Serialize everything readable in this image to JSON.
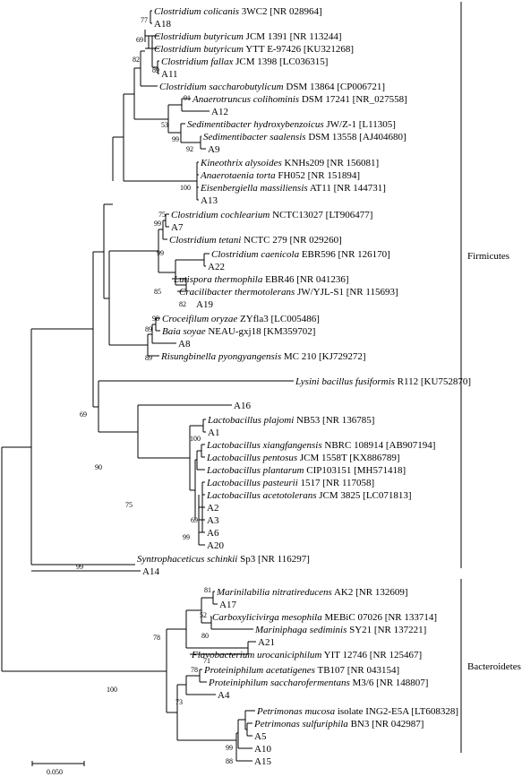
{
  "leaves": [
    {
      "italic": "Clostridium colicanis",
      "rest": " 3WC2 [NR 028964]"
    },
    {
      "italic": "",
      "rest": "A18"
    },
    {
      "italic": "Clostridium butyricum",
      "rest": " JCM 1391 [NR 113244]"
    },
    {
      "italic": "Clostridium butyricum",
      "rest": " YTT E-97426 [KU321268]"
    },
    {
      "italic": "Clostridium fallax",
      "rest": " JCM 1398 [LC036315]"
    },
    {
      "italic": "",
      "rest": "A11"
    },
    {
      "italic": "Clostridium saccharobutylicum",
      "rest": " DSM 13864 [CP006721]"
    },
    {
      "italic": "Anaerotruncus colihominis",
      "rest": " DSM 17241 [NR_027558]"
    },
    {
      "italic": "",
      "rest": "A12"
    },
    {
      "italic": "Sedimentibacter hydroxybenzoicus",
      "rest": " JW/Z-1 [L11305]"
    },
    {
      "italic": "Sedimentibacter saalensis",
      "rest": " DSM 13558 [AJ404680]"
    },
    {
      "italic": "",
      "rest": "A9"
    },
    {
      "italic": "Kineothrix alysoides",
      "rest": " KNHs209 [NR 156081]"
    },
    {
      "italic": "Anaerotaenia torta",
      "rest": " FH052 [NR 151894]"
    },
    {
      "italic": "Eisenbergiella massiliensis",
      "rest": " AT11 [NR 144731]"
    },
    {
      "italic": "",
      "rest": "A13"
    },
    {
      "italic": "Clostridium cochlearium",
      "rest": " NCTC13027 [LT906477]"
    },
    {
      "italic": "",
      "rest": "A7"
    },
    {
      "italic": "Clostridium tetani",
      "rest": " NCTC 279 [NR 029260]"
    },
    {
      "italic": "Clostridium caenicola",
      "rest": " EBR596 [NR 126170]"
    },
    {
      "italic": "",
      "rest": "A22"
    },
    {
      "italic": "Lutispora thermophila",
      "rest": " EBR46 [NR 041236]"
    },
    {
      "italic": "Cracilibacter thermotolerans",
      "rest": " JW/YJL-S1 [NR 115693]"
    },
    {
      "italic": "",
      "rest": "A19"
    },
    {
      "italic": "Croceifilum oryzae",
      "rest": " ZYfla3 [LC005486]"
    },
    {
      "italic": "Baia soyae",
      "rest": " NEAU-gxj18 [KM359702]"
    },
    {
      "italic": "",
      "rest": "A8"
    },
    {
      "italic": "Risungbinella pyongyangensis",
      "rest": " MC 210 [KJ729272]"
    },
    {
      "italic": "Lysini bacillus fusiformis",
      "rest": " R112 [KU752870]"
    },
    {
      "italic": "",
      "rest": "A16"
    },
    {
      "italic": "Lactobacillus plajomi",
      "rest": " NB53 [NR 136785]"
    },
    {
      "italic": "",
      "rest": "A1"
    },
    {
      "italic": "Lactobacillus xiangfangensis",
      "rest": " NBRC 108914 [AB907194]"
    },
    {
      "italic": "Lactobacillus pentosus",
      "rest": " JCM 1558T [KX886789]"
    },
    {
      "italic": "Lactobacillus plantarum",
      "rest": " CIP103151 [MH571418]"
    },
    {
      "italic": "Lactobacillus pasteurii",
      "rest": " 1517 [NR 117058]"
    },
    {
      "italic": "Lactobacillus acetotolerans",
      "rest": " JCM 3825 [LC071813]"
    },
    {
      "italic": "",
      "rest": "A2"
    },
    {
      "italic": "",
      "rest": "A3"
    },
    {
      "italic": "",
      "rest": "A6"
    },
    {
      "italic": "",
      "rest": "A20"
    },
    {
      "italic": "Syntrophaceticus schinkii",
      "rest": " Sp3 [NR 116297]"
    },
    {
      "italic": "",
      "rest": "A14"
    },
    {
      "italic": "Marinilabilia nitratireducens",
      "rest": " AK2 [NR 132609]"
    },
    {
      "italic": "",
      "rest": "A17"
    },
    {
      "italic": "Carboxylicivirga mesophila",
      "rest": " MEBiC 07026 [NR 133714]"
    },
    {
      "italic": "Mariniphaga sediminis",
      "rest": " SY21 [NR 137221]"
    },
    {
      "italic": "",
      "rest": "A21"
    },
    {
      "italic": "Flavobacterium urocaniciphilum",
      "rest": " YIT 12746 [NR 125467]"
    },
    {
      "italic": "Proteiniphilum acetatigenes",
      "rest": " TB107 [NR 043154]"
    },
    {
      "italic": "Proteiniphilum saccharofermentans",
      "rest": " M3/6 [NR 148807]"
    },
    {
      "italic": "",
      "rest": "A4"
    },
    {
      "italic": "Petrimonas mucosa",
      "rest": " isolate ING2-E5A [LT608328]"
    },
    {
      "italic": "Petrimonas sulfuriphila",
      "rest": " BN3 [NR 042987]"
    },
    {
      "italic": "",
      "rest": "A5"
    },
    {
      "italic": "",
      "rest": "A10"
    },
    {
      "italic": "",
      "rest": "A15"
    }
  ],
  "bootstrap": [
    "77",
    "69",
    "82",
    "89",
    "91",
    "53",
    "99",
    "92",
    "100",
    "75",
    "99",
    "99",
    "85",
    "82",
    "98",
    "89",
    "89",
    "69",
    "100",
    "90",
    "75",
    "99",
    "69",
    "99",
    "81",
    "52",
    "80",
    "78",
    "71",
    "78",
    "73",
    "99",
    "88",
    "100"
  ],
  "groups": [
    "Firmicutes",
    "Bacteroidetes"
  ],
  "scale_bar": "0.050"
}
